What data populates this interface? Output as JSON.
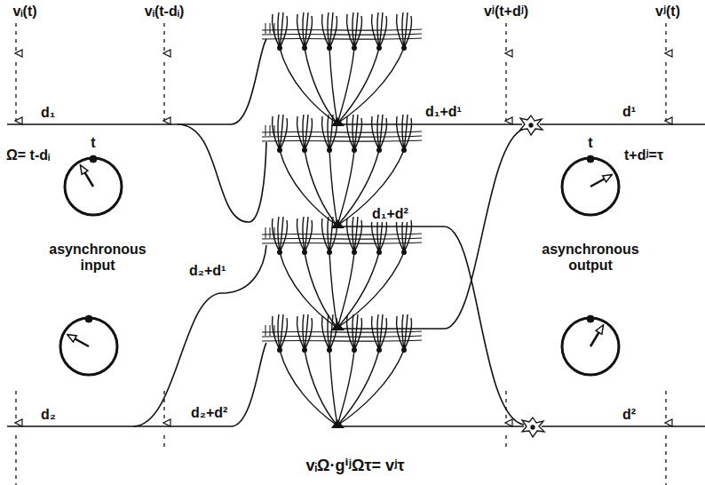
{
  "diagram": {
    "labels": [
      "vᵢ(t)",
      "vᵢ(t-dᵢ)",
      "vʲ(t+dʲ)",
      "vʲ(t)",
      "d₁",
      "d₁+d¹",
      "d¹",
      "t",
      "Ω= t-dᵢ",
      "t",
      "t+dʲ=τ",
      "d₁+d²",
      "asynchronous input",
      "asynchronous output",
      "d₂+d¹",
      "d₂+d²",
      "d₂",
      "d²",
      "vᵢΩ·gⁱʲΩτ= vʲτ"
    ]
  }
}
